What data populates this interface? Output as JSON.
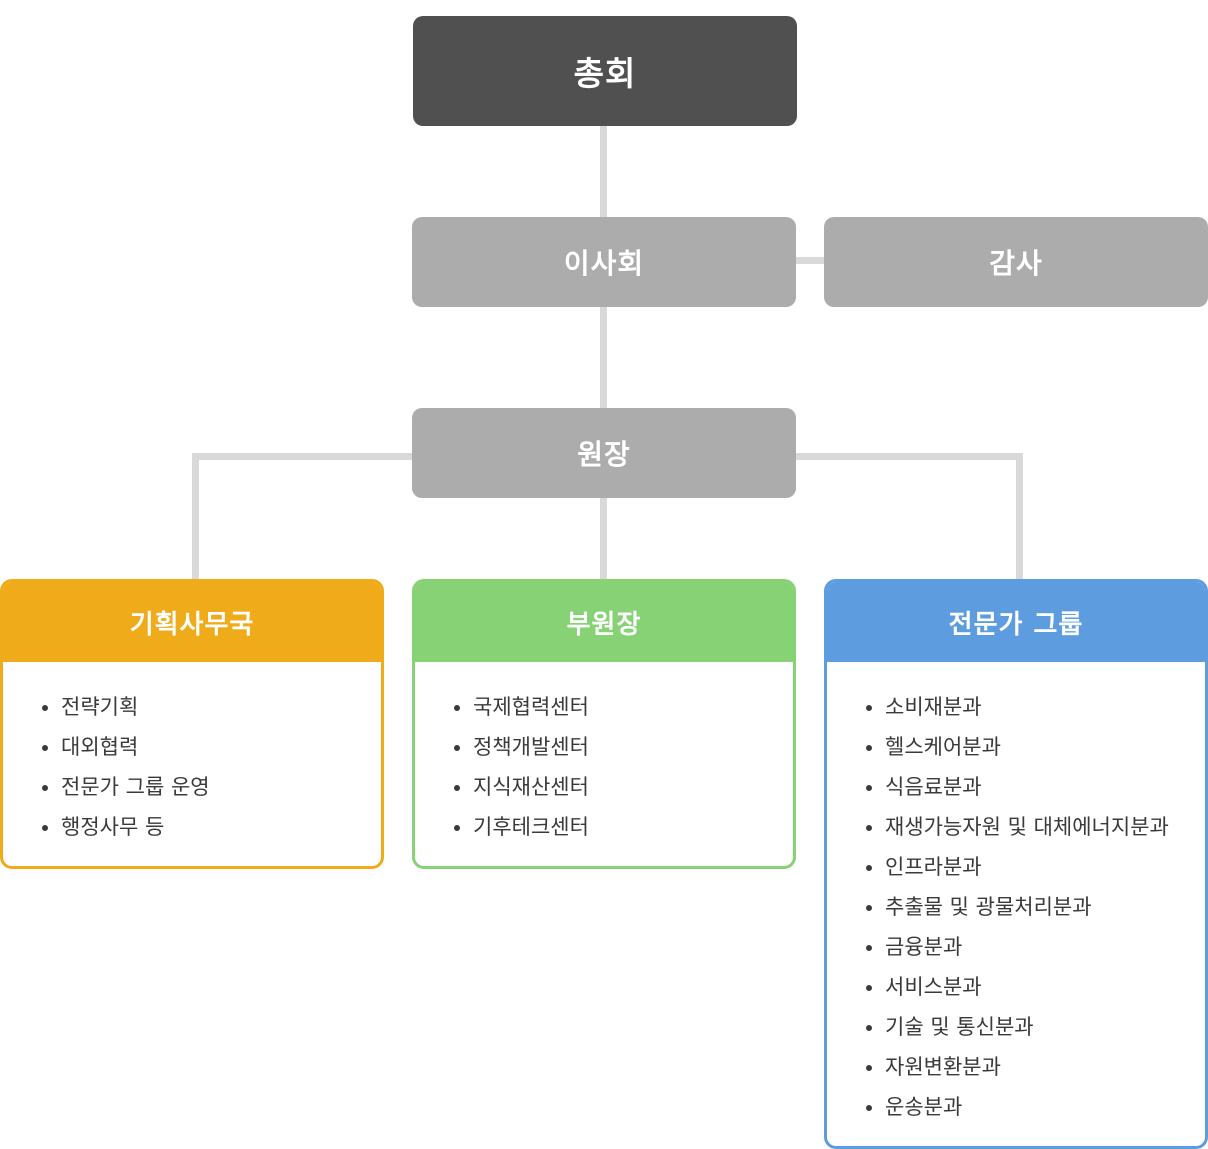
{
  "nodes": {
    "general_assembly": "총회",
    "board": "이사회",
    "auditor": "감사",
    "president": "원장"
  },
  "panels": {
    "planning_office": {
      "title": "기획사무국",
      "color": "#efab1a",
      "items": [
        "전략기획",
        "대외협력",
        "전문가 그룹 운영",
        "행정사무 등"
      ]
    },
    "vice_president": {
      "title": "부원장",
      "color": "#86d275",
      "items": [
        "국제협력센터",
        "정책개발센터",
        "지식재산센터",
        "기후테크센터"
      ]
    },
    "expert_group": {
      "title": "전문가 그룹",
      "color": "#5e9ce0",
      "items": [
        "소비재분과",
        "헬스케어분과",
        "식음료분과",
        "재생가능자원 및 대체에너지분과",
        "인프라분과",
        "추출물 및 광물처리분과",
        "금융분과",
        "서비스분과",
        "기술 및 통신분과",
        "자원변환분과",
        "운송분과"
      ]
    }
  },
  "colors": {
    "top_node": "#505050",
    "gray_node": "#acacac",
    "connector": "#d9d9d9"
  }
}
